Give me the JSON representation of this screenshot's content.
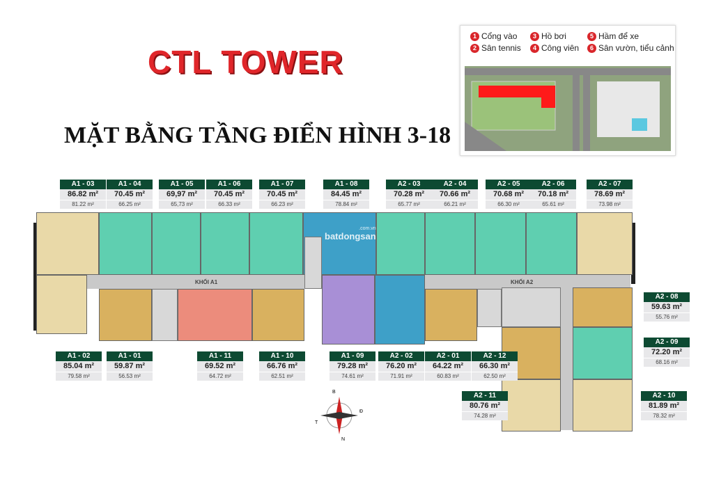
{
  "title": "CTL TOWER",
  "subtitle": "MẶT BẰNG TẦNG ĐIỂN HÌNH 3-18",
  "legend": [
    {
      "n": "1",
      "label": "Cổng vào"
    },
    {
      "n": "3",
      "label": "Hồ bơi"
    },
    {
      "n": "5",
      "label": "Hầm để xe"
    },
    {
      "n": "2",
      "label": "Sân tennis"
    },
    {
      "n": "4",
      "label": "Công viên"
    },
    {
      "n": "6",
      "label": "Sân vườn, tiểu cảnh"
    }
  ],
  "blocks": {
    "a1": "KHỐI A1",
    "a2": "KHỐI A2"
  },
  "watermark": {
    "main": "batdongsan",
    "sub": ".com.vn"
  },
  "compass": {
    "n": "B",
    "s": "N",
    "e": "Đ",
    "w": "T"
  },
  "colors": {
    "yellow": "#e9d9a8",
    "teal": "#5fcfb0",
    "blue": "#3ea0c8",
    "purple": "#a88fd6",
    "salmon": "#ec8c7c",
    "gold": "#d9b15f",
    "header": "#0d4a32",
    "title": "#e0262a"
  },
  "units": [
    {
      "id": "A1 - 03",
      "area": "86.82 m²",
      "net": "81.22 m²"
    },
    {
      "id": "A1 - 04",
      "area": "70.45 m²",
      "net": "66.25 m²"
    },
    {
      "id": "A1 - 05",
      "area": "69,97 m²",
      "net": "65,73 m²"
    },
    {
      "id": "A1 - 06",
      "area": "70.45 m²",
      "net": "66.33 m²"
    },
    {
      "id": "A1 - 07",
      "area": "70.45 m²",
      "net": "66.23 m²"
    },
    {
      "id": "A1 - 08",
      "area": "84.45 m²",
      "net": "78.84 m²"
    },
    {
      "id": "A2 - 03",
      "area": "70.28 m²",
      "net": "65.77 m²"
    },
    {
      "id": "A2 - 04",
      "area": "70.66 m²",
      "net": "66.21 m²"
    },
    {
      "id": "A2 - 05",
      "area": "70.68 m²",
      "net": "66.30 m²"
    },
    {
      "id": "A2 - 06",
      "area": "70.18 m²",
      "net": "65.61 m²"
    },
    {
      "id": "A2 - 07",
      "area": "78.69 m²",
      "net": "73.98 m²"
    },
    {
      "id": "A1 - 02",
      "area": "85.04 m²",
      "net": "79.58 m²"
    },
    {
      "id": "A1 - 01",
      "area": "59.87 m²",
      "net": "56.53 m²"
    },
    {
      "id": "A1 - 11",
      "area": "69.52 m²",
      "net": "64.72 m²"
    },
    {
      "id": "A1 - 10",
      "area": "66.76 m²",
      "net": "62.51 m²"
    },
    {
      "id": "A1 - 09",
      "area": "79.28 m²",
      "net": "74.61 m²"
    },
    {
      "id": "A2 - 02",
      "area": "76.20 m²",
      "net": "71.91 m²"
    },
    {
      "id": "A2 - 01",
      "area": "64.22 m²",
      "net": "60.83 m²"
    },
    {
      "id": "A2 - 12",
      "area": "66.30 m²",
      "net": "62.50 m²"
    },
    {
      "id": "A2 - 08",
      "area": "59.63 m²",
      "net": "55.76 m²"
    },
    {
      "id": "A2 - 09",
      "area": "72.20 m²",
      "net": "68.16 m²"
    },
    {
      "id": "A2 - 11",
      "area": "80.76 m²",
      "net": "74.28 m²"
    },
    {
      "id": "A2 - 10",
      "area": "81.89 m²",
      "net": "78.32 m²"
    }
  ]
}
